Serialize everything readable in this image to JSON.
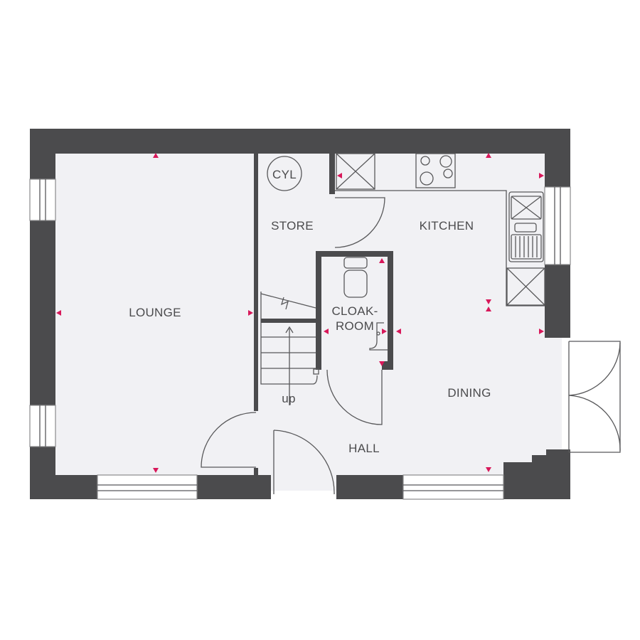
{
  "rooms": {
    "lounge": "LOUNGE",
    "store": "STORE",
    "kitchen": "KITCHEN",
    "cloakroom_line1": "CLOAK-",
    "cloakroom_line2": "ROOM",
    "dining": "DINING",
    "hall": "HALL"
  },
  "fixtures": {
    "cylinder": "CYL",
    "stairs": "up"
  },
  "colors": {
    "wall": "#4b4b4d",
    "floor": "#f1f1f4",
    "dimension_marker": "#d8185a"
  }
}
